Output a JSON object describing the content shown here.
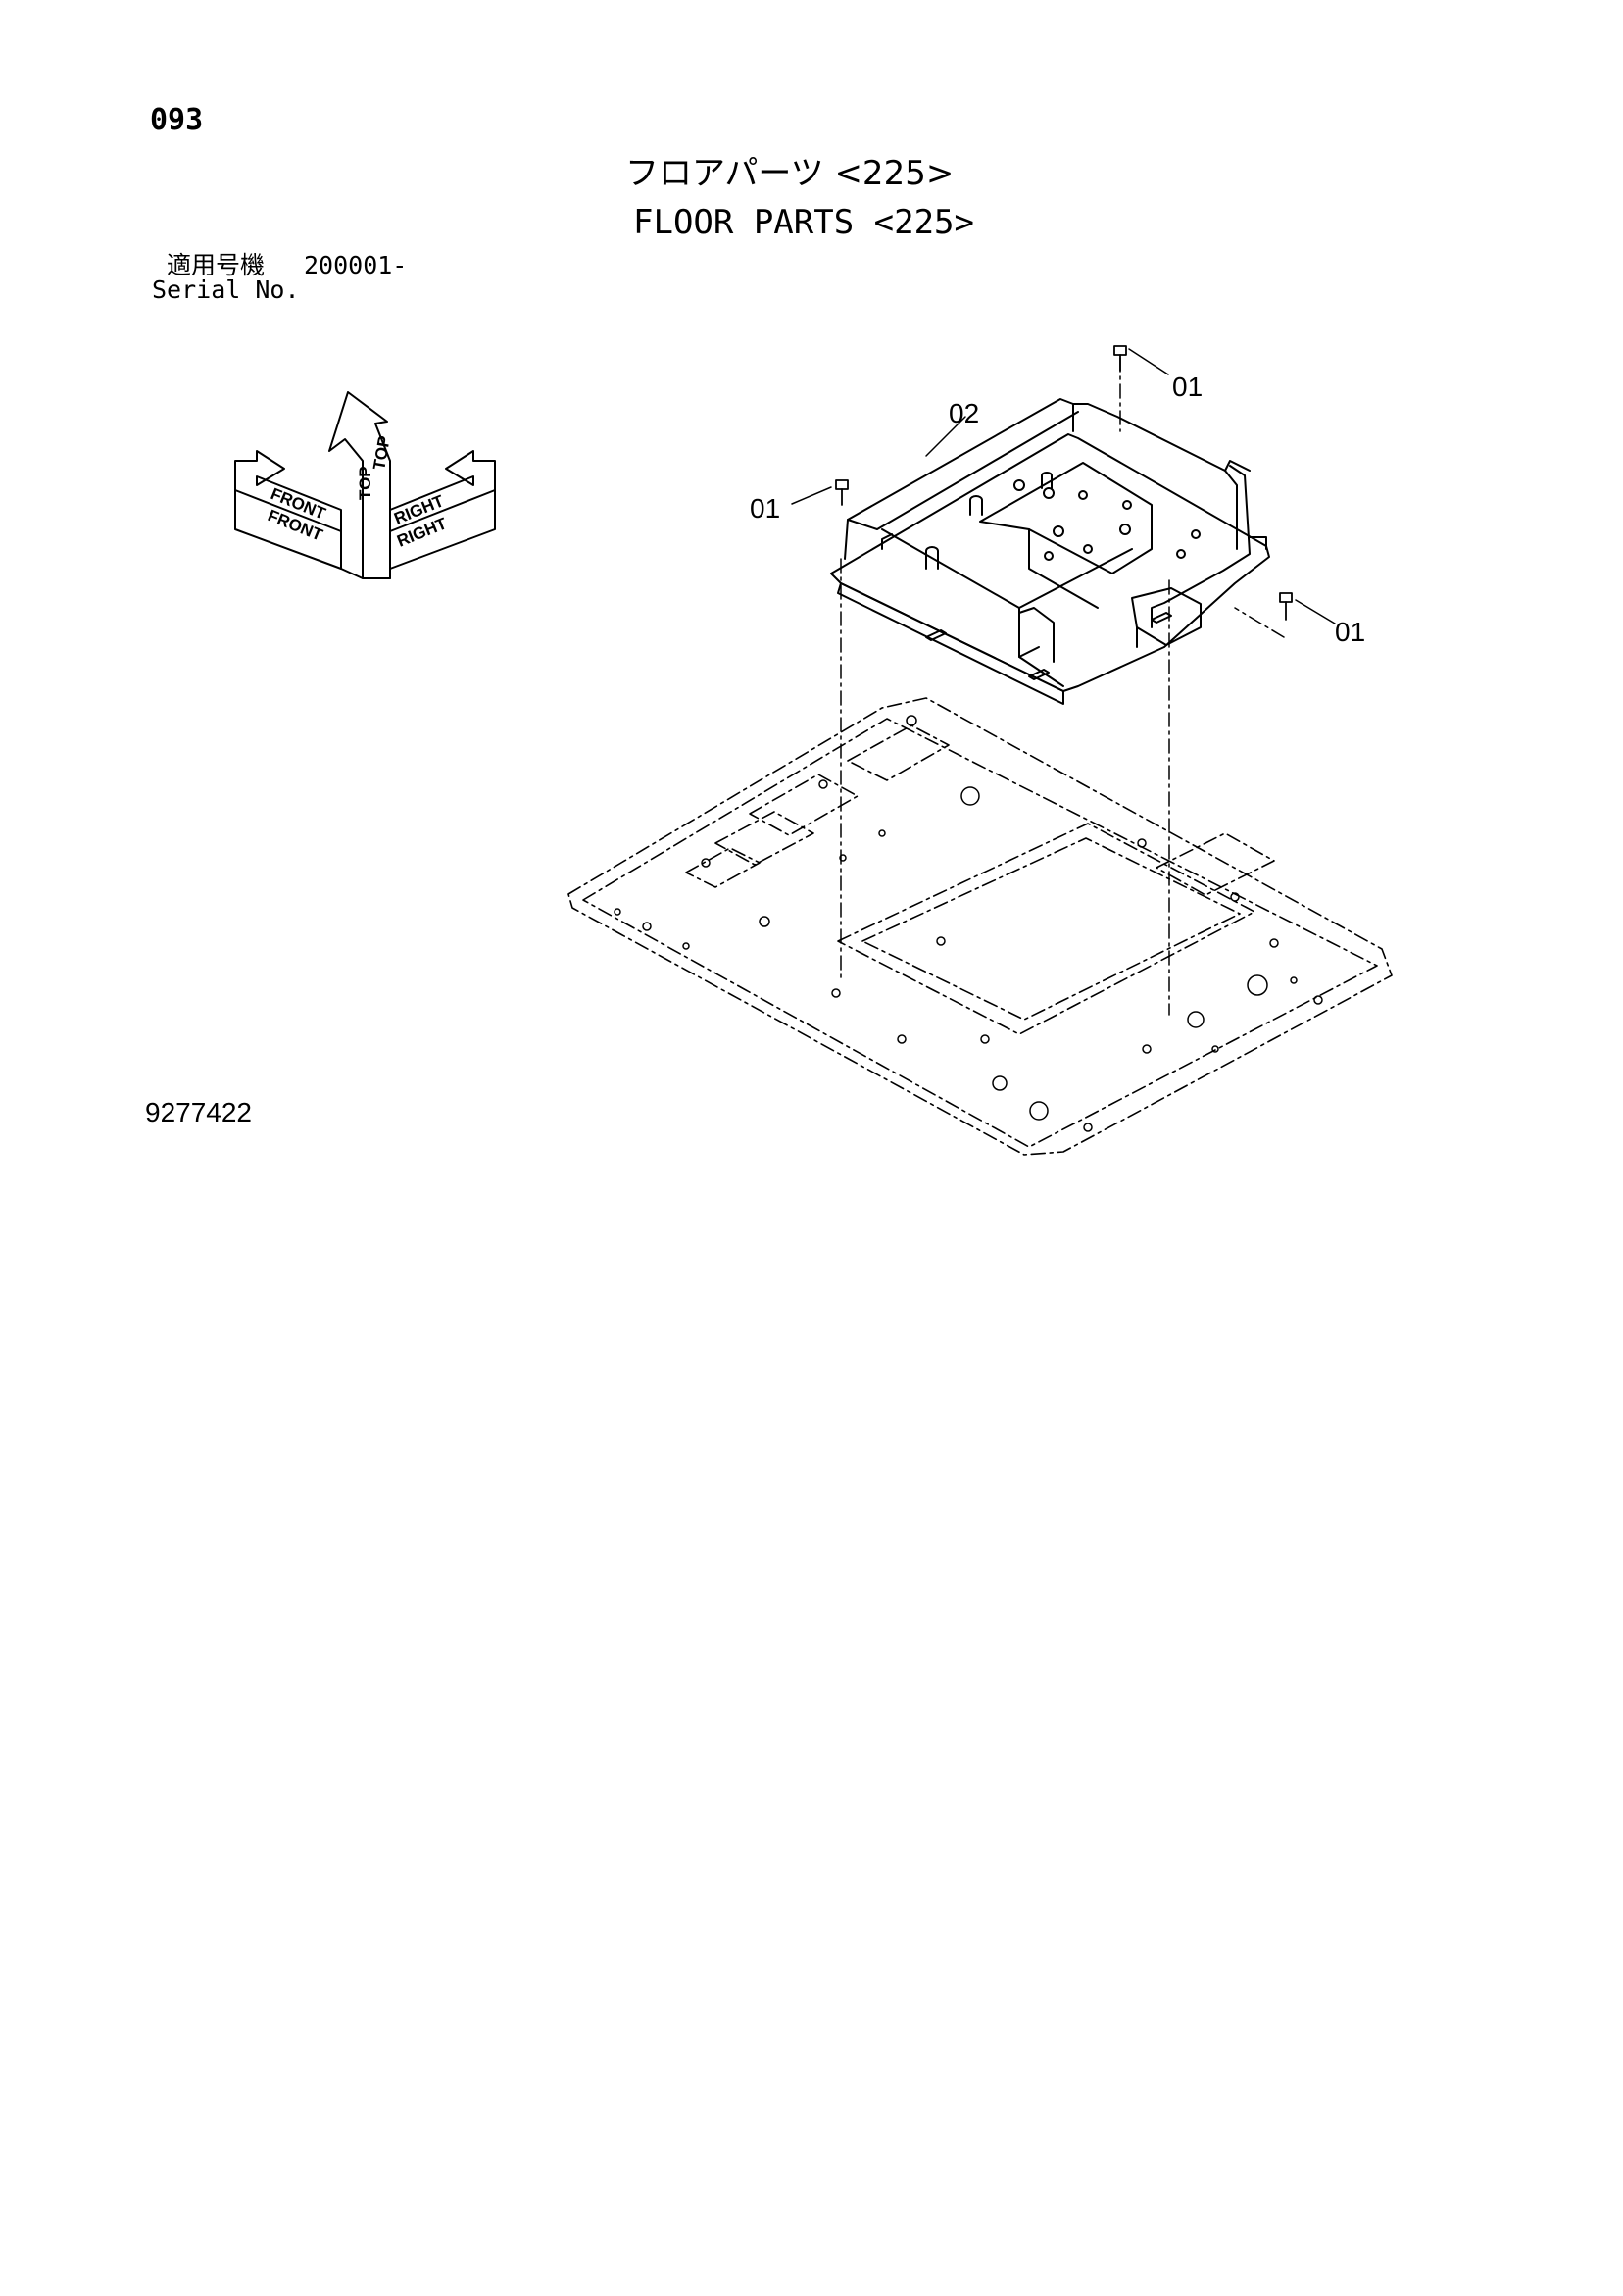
{
  "page": {
    "number": "093",
    "title_ja": "フロアパーツ <225>",
    "title_en": "FLOOR PARTS <225>",
    "serial": {
      "label_ja": "適用号機",
      "label_en": "Serial No.",
      "value": "200001-"
    },
    "drawing_number": "9277422"
  },
  "orientation_indicator": {
    "front": "FRONT",
    "top": "TOP",
    "right": "RIGHT"
  },
  "callouts": [
    {
      "id": "bolt-top",
      "label": "01"
    },
    {
      "id": "tray",
      "label": "02"
    },
    {
      "id": "bolt-left",
      "label": "01"
    },
    {
      "id": "bolt-right",
      "label": "01"
    }
  ]
}
